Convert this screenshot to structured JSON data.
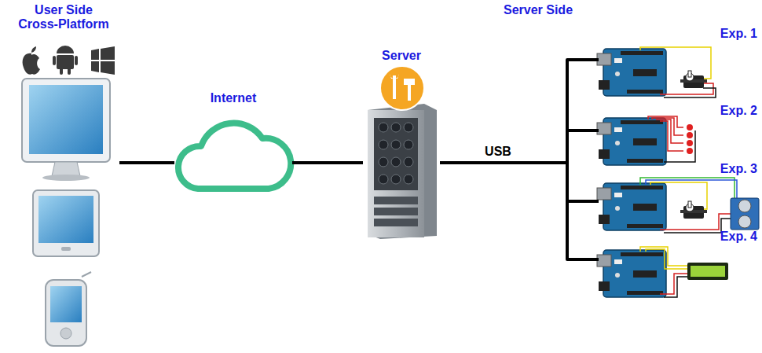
{
  "diagram": {
    "nodes": [
      {
        "text": [
          "User Side Cross-Platform"
        ]
      },
      {
        "text": [
          "Internet"
        ]
      },
      {
        "text": [
          "Server"
        ]
      },
      {
        "text": [
          "Exp. 1"
        ]
      },
      {
        "text": [
          "Exp. 2"
        ]
      },
      {
        "text": [
          "Exp. 3"
        ]
      },
      {
        "text": [
          "Exp. 4"
        ]
      }
    ],
    "edges": [
      {
        "from": 0,
        "to": 1,
        "arrow": "none"
      },
      {
        "from": 1,
        "to": 2,
        "arrow": "none"
      },
      {
        "from": 2,
        "to": 3,
        "arrow": "none"
      },
      {
        "from": 2,
        "to": 4,
        "arrow": "none"
      },
      {
        "from": 2,
        "to": 5,
        "arrow": "none"
      },
      {
        "from": 2,
        "to": 6,
        "arrow": "none"
      }
    ],
    "labels": [
      "Server Side",
      "USB"
    ]
  }
}
